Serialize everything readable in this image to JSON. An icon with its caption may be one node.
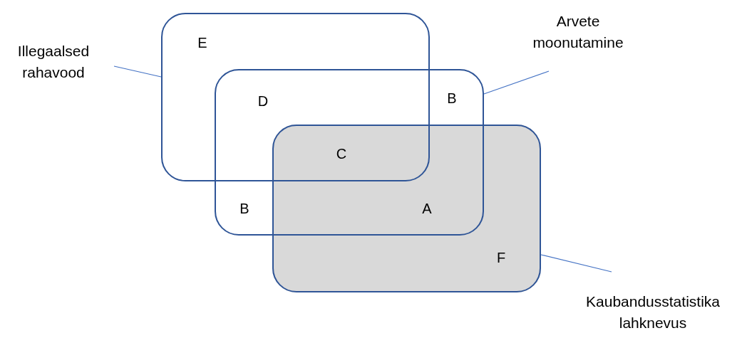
{
  "diagram": {
    "nodes": [
      {
        "text": [],
        "shape": "box"
      },
      {
        "text": [],
        "shape": "box"
      },
      {
        "text": [],
        "shape": "box"
      },
      {
        "text": [
          "Illegaalsed rahavood"
        ]
      },
      {
        "text": [
          "Arvete moonutamine"
        ]
      },
      {
        "text": [
          "Kaubandusstatistika lahknevus"
        ]
      }
    ],
    "edges": [
      {
        "from": 3,
        "to": 0,
        "arrow": "none"
      },
      {
        "from": 4,
        "to": 1,
        "arrow": "none"
      },
      {
        "from": 5,
        "to": 2,
        "arrow": "none"
      }
    ],
    "labels": [
      "E",
      "D",
      "B",
      "C",
      "B",
      "A",
      "F"
    ]
  }
}
